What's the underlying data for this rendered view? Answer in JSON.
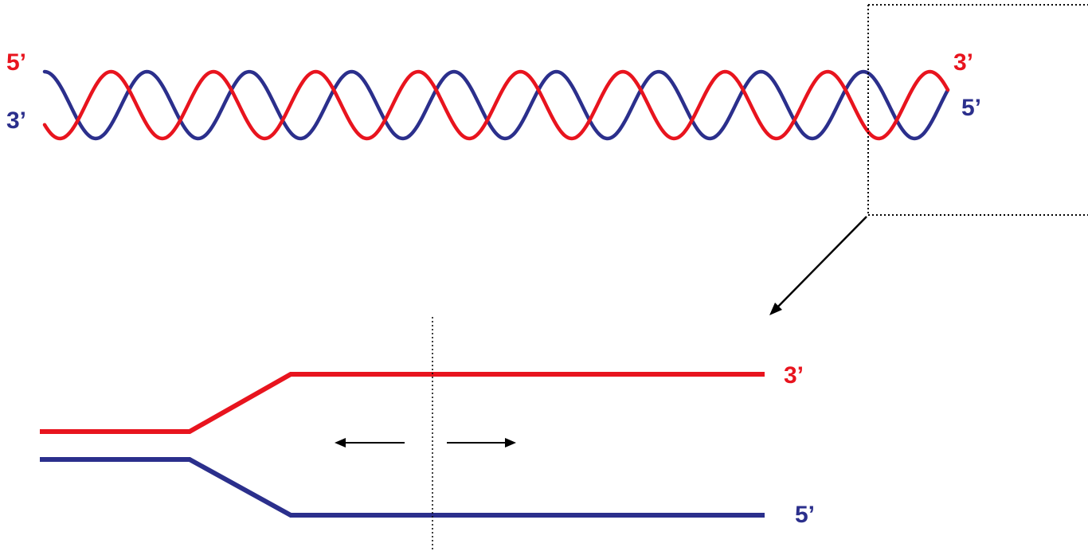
{
  "colors": {
    "red_strand": "#e8141e",
    "blue_strand": "#2b2f8c",
    "guide": "#000000"
  },
  "helix": {
    "top_left_label": "5’",
    "bottom_left_label": "3’",
    "top_right_label": "3’",
    "bottom_right_label": "5’"
  },
  "fork": {
    "top_strand_label": "3’",
    "bottom_strand_label": "5’"
  }
}
